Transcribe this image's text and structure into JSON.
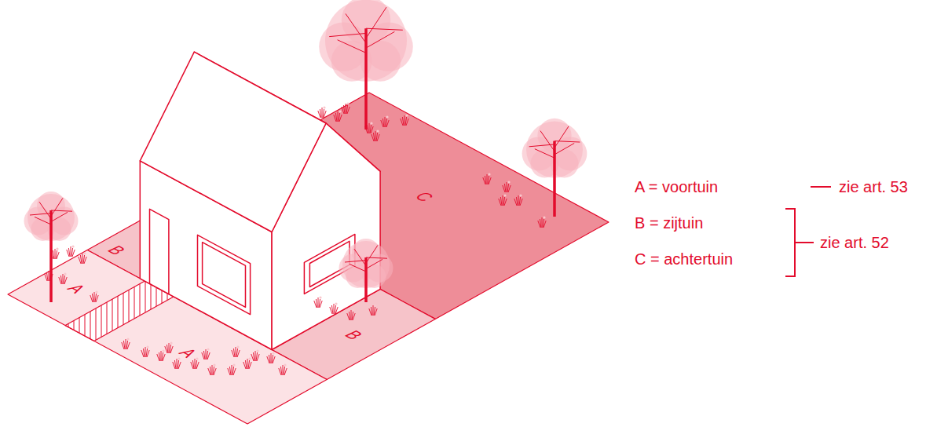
{
  "diagram": {
    "labels": [
      "A",
      "A",
      "B",
      "B",
      "C",
      "A = voortuin",
      "B = zijtuin",
      "C = achtertuin",
      "zie art. 53",
      "zie art. 52"
    ]
  }
}
